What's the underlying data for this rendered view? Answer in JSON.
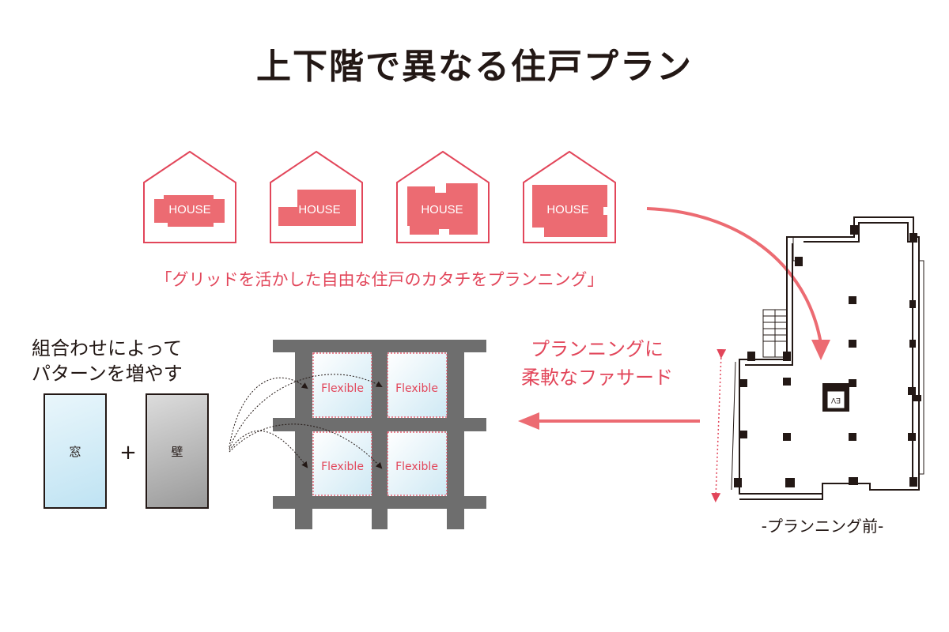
{
  "title": "上下階で異なる住戸プラン",
  "houses": {
    "items": [
      {
        "label": "HOUSE"
      },
      {
        "label": "HOUSE"
      },
      {
        "label": "HOUSE"
      },
      {
        "label": "HOUSE"
      }
    ]
  },
  "quote": "「グリッドを活かした自由な住戸のカタチをプランニング」",
  "combine": {
    "line1": "組合わせによって",
    "line2": "パターンを増やす"
  },
  "panels": {
    "window_label": "窓",
    "plus": "+",
    "wall_label": "壁"
  },
  "grid": {
    "cells": [
      "Flexible",
      "Flexible",
      "Flexible",
      "Flexible"
    ]
  },
  "facade": {
    "line1": "プランニングに",
    "line2": "柔軟なファサード"
  },
  "plan": {
    "ev_label": "EV",
    "caption": "-プランニング前-"
  },
  "colors": {
    "accent": "#e2465a",
    "house_fill": "#ec6b72",
    "dark": "#231815",
    "grid_frame": "#6e6e6e"
  }
}
